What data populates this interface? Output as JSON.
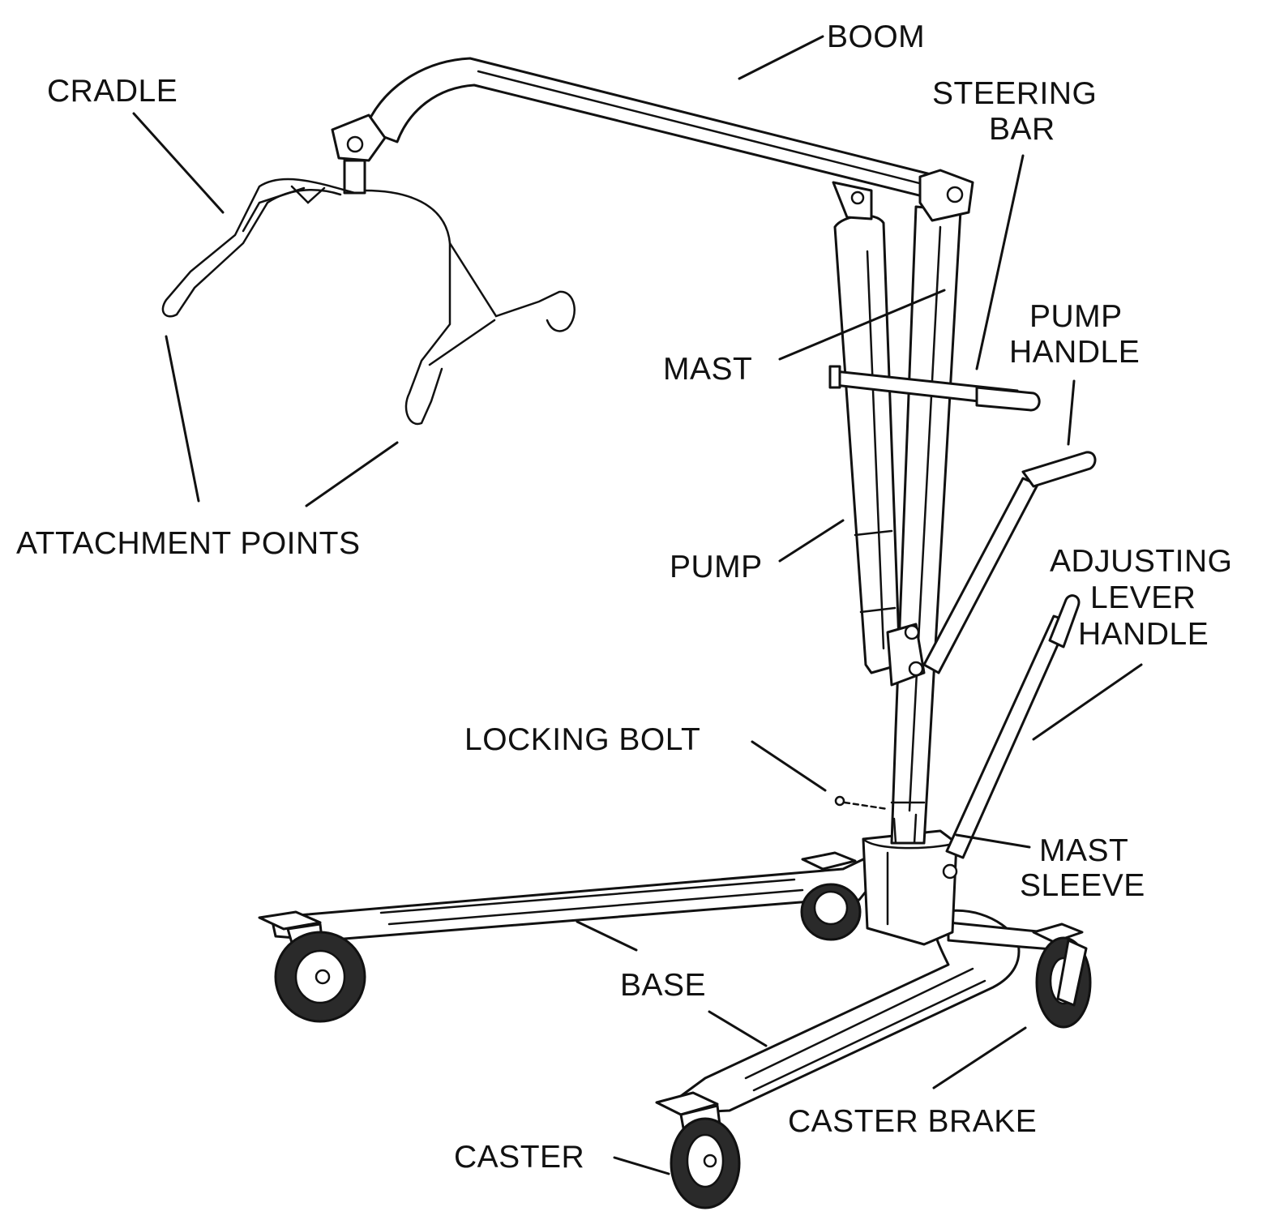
{
  "diagram": {
    "labels": {
      "boom": "BOOM",
      "cradle": "CRADLE",
      "steering_bar_line1": "STEERING",
      "steering_bar_line2": "BAR",
      "pump_handle_line1": "PUMP",
      "pump_handle_line2": "HANDLE",
      "mast": "MAST",
      "attachment_points": "ATTACHMENT POINTS",
      "pump": "PUMP",
      "adjusting_lever_line1": "ADJUSTING",
      "adjusting_lever_line2": "LEVER",
      "adjusting_lever_line3": "HANDLE",
      "locking_bolt": "LOCKING BOLT",
      "mast_sleeve_line1": "MAST",
      "mast_sleeve_line2": "SLEEVE",
      "base": "BASE",
      "caster_brake": "CASTER BRAKE",
      "caster": "CASTER"
    }
  }
}
